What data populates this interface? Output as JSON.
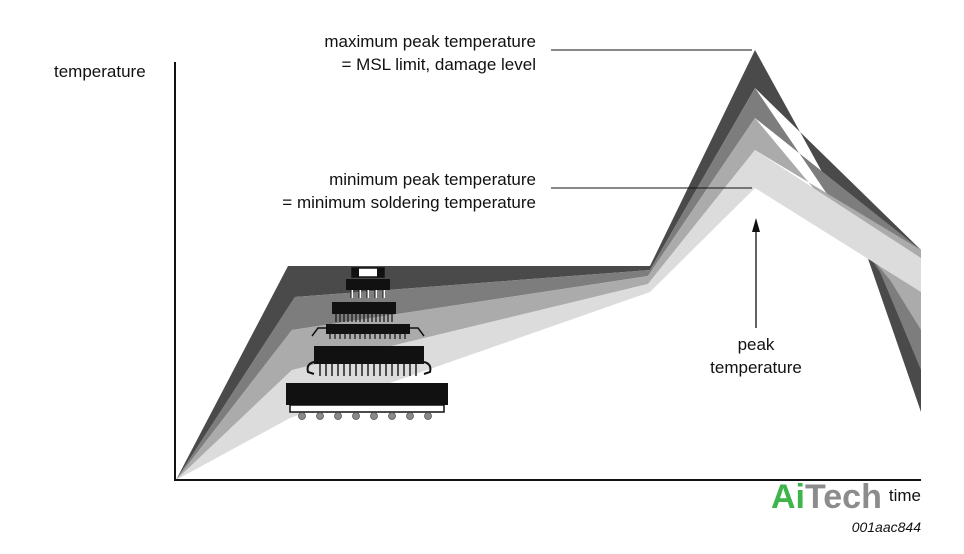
{
  "labels": {
    "y_axis": "temperature",
    "x_axis": "time",
    "max_peak_line1": "maximum peak temperature",
    "max_peak_line2": "= MSL limit, damage level",
    "min_peak_line1": "minimum peak temperature",
    "min_peak_line2": "= minimum soldering temperature",
    "peak_line1": "peak",
    "peak_line2": "temperature",
    "figure_code": "001aac844"
  },
  "watermark": {
    "part1": "Ai",
    "part2": "Tech",
    "color1": "#3db54a",
    "color2": "#8c8c8c"
  },
  "colors": {
    "band1": "#4a4a4a",
    "band2": "#7d7d7d",
    "band3": "#ababab",
    "band4": "#dcdcdc",
    "component": "#111111",
    "axis": "#111111"
  }
}
